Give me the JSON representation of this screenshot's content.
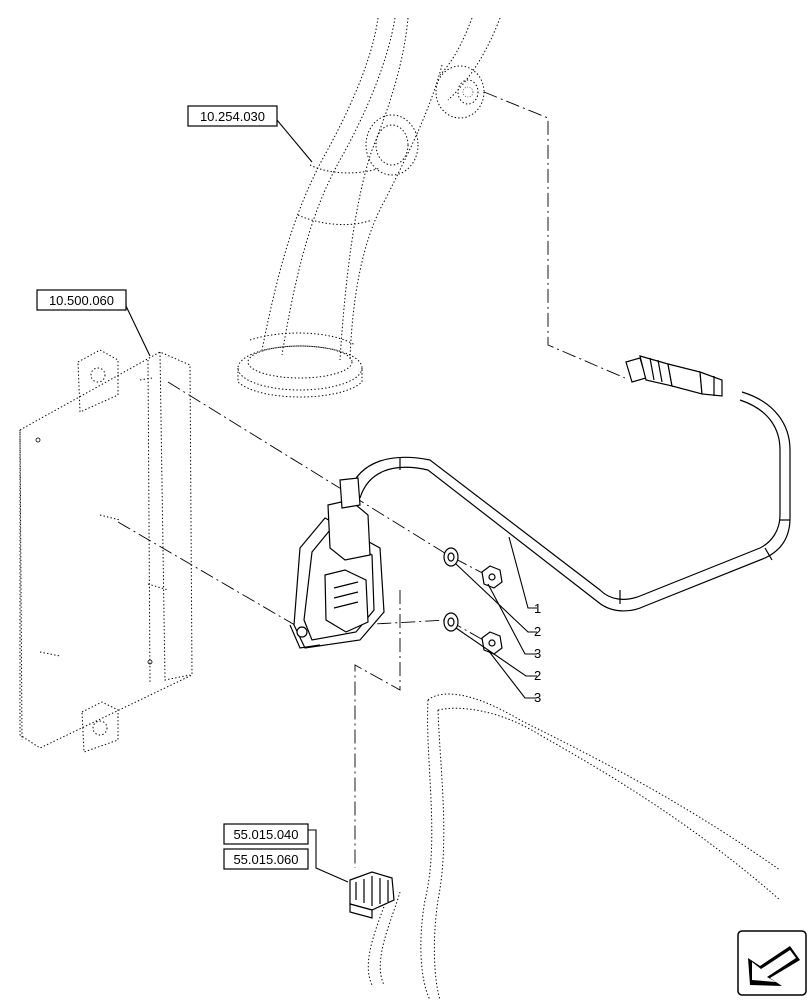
{
  "references": {
    "exhaust_pipe": "10.254.030",
    "bracket": "10.500.060",
    "connector_a": "55.015.040",
    "connector_b": "55.015.060"
  },
  "callouts": {
    "item1": "1",
    "item2_upper": "2",
    "item3_upper": "3",
    "item2_lower": "2",
    "item3_lower": "3"
  },
  "icons": {
    "view_direction": "view-direction-arrow-icon"
  }
}
